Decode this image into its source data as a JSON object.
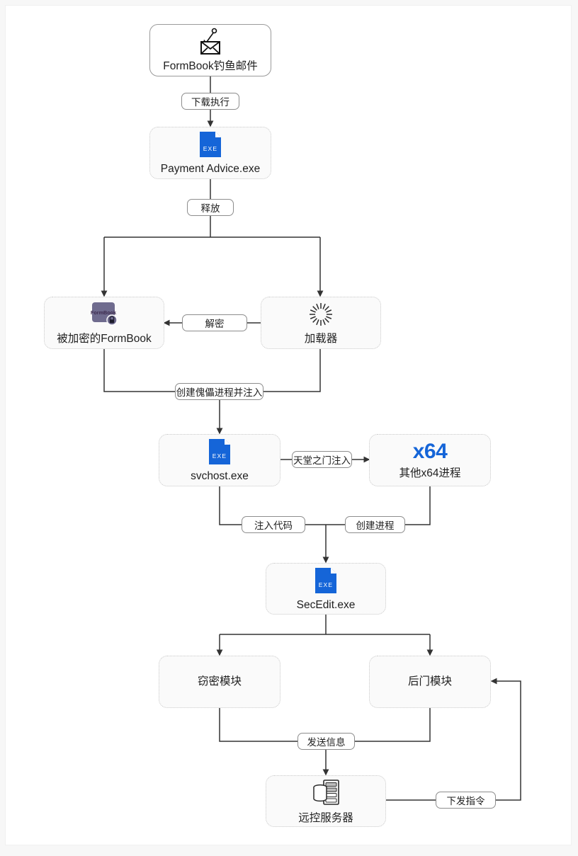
{
  "diagram": {
    "title": "FormBook attack chain flowchart",
    "accent_blue": "#1565d8",
    "encrypted_fill": "#6f6b8e",
    "nodes": [
      {
        "id": "phish",
        "label": "FormBook钓鱼邮件",
        "icon": "phishing-mail-icon"
      },
      {
        "id": "payment",
        "label": "Payment Advice.exe",
        "icon": "exe-file-icon"
      },
      {
        "id": "encfb",
        "label": "被加密的FormBook",
        "icon": "encrypted-formbook-icon",
        "icon_text": "FormBook"
      },
      {
        "id": "loader",
        "label": "加载器",
        "icon": "loader-spinner-icon"
      },
      {
        "id": "svchost",
        "label": "svchost.exe",
        "icon": "exe-file-icon"
      },
      {
        "id": "x64proc",
        "label": "其他x64进程",
        "icon": "x64-badge-icon",
        "icon_text": "x64"
      },
      {
        "id": "secedit",
        "label": "SecEdit.exe",
        "icon": "exe-file-icon"
      },
      {
        "id": "stealer",
        "label": "窃密模块",
        "icon": "none"
      },
      {
        "id": "backdoor",
        "label": "后门模块",
        "icon": "none"
      },
      {
        "id": "c2",
        "label": "远控服务器",
        "icon": "server-icon"
      }
    ],
    "edge_labels": [
      {
        "id": "download",
        "label": "下载执行"
      },
      {
        "id": "drop",
        "label": "释放"
      },
      {
        "id": "decrypt",
        "label": "解密"
      },
      {
        "id": "hollowing",
        "label": "创建傀儡进程并注入"
      },
      {
        "id": "heavensgate",
        "label": "天堂之门注入"
      },
      {
        "id": "injectcode",
        "label": "注入代码"
      },
      {
        "id": "createproc",
        "label": "创建进程"
      },
      {
        "id": "senddata",
        "label": "发送信息"
      },
      {
        "id": "command",
        "label": "下发指令"
      }
    ]
  }
}
